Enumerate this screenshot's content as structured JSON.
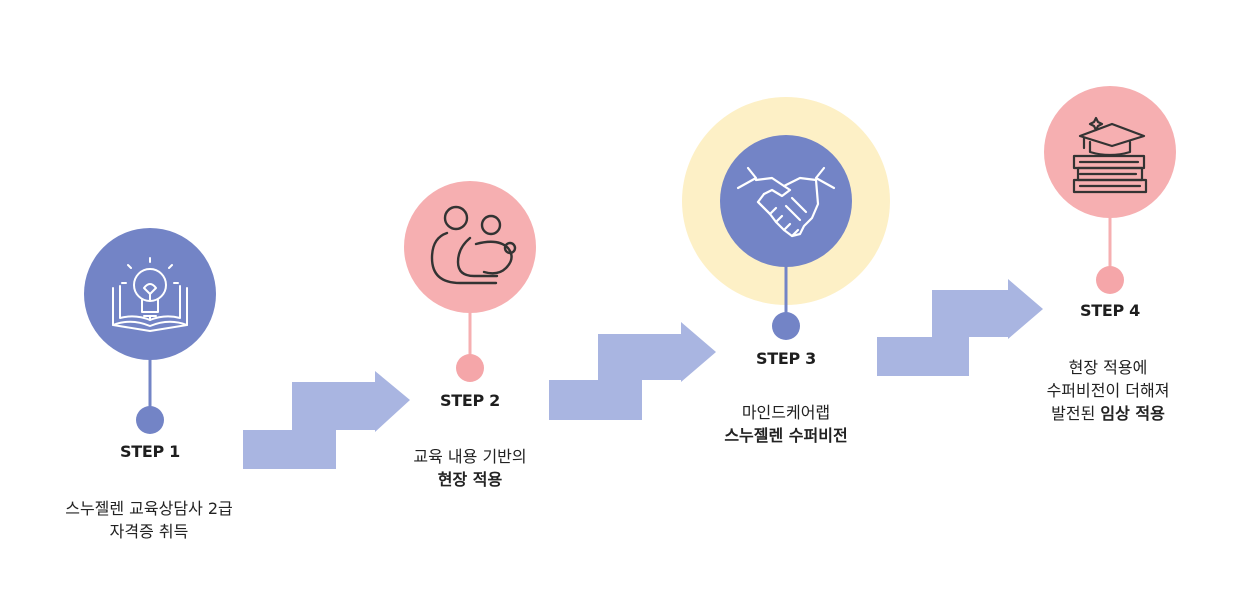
{
  "colors": {
    "blue": "#7384c6",
    "pink": "#f6afb1",
    "pink_dot": "#f5a6a9",
    "halo": "#fdf0c6",
    "arrow": "#a9b5e1"
  },
  "steps": [
    {
      "label": "STEP 1",
      "icon": "lightbulb-book-icon",
      "color": "blue",
      "desc_line1": "스누젤렌 교육상담사 2급",
      "desc_line2": "자격증 취득"
    },
    {
      "label": "STEP 2",
      "icon": "parent-child-hug-icon",
      "color": "pink",
      "desc_line1": "교육 내용 기반의",
      "desc_line2": "현장 적용"
    },
    {
      "label": "STEP 3",
      "icon": "handshake-icon",
      "color": "blue",
      "desc_line1": "마인드케어랩",
      "desc_line2": "스누젤렌 수퍼비전"
    },
    {
      "label": "STEP 4",
      "icon": "graduation-cap-books-icon",
      "color": "pink",
      "desc_line1": "현장 적용에",
      "desc_line2": "수퍼비전이 더해져",
      "desc_line3_prefix": "발전된 ",
      "desc_line3_strong": "임상 적용"
    }
  ]
}
